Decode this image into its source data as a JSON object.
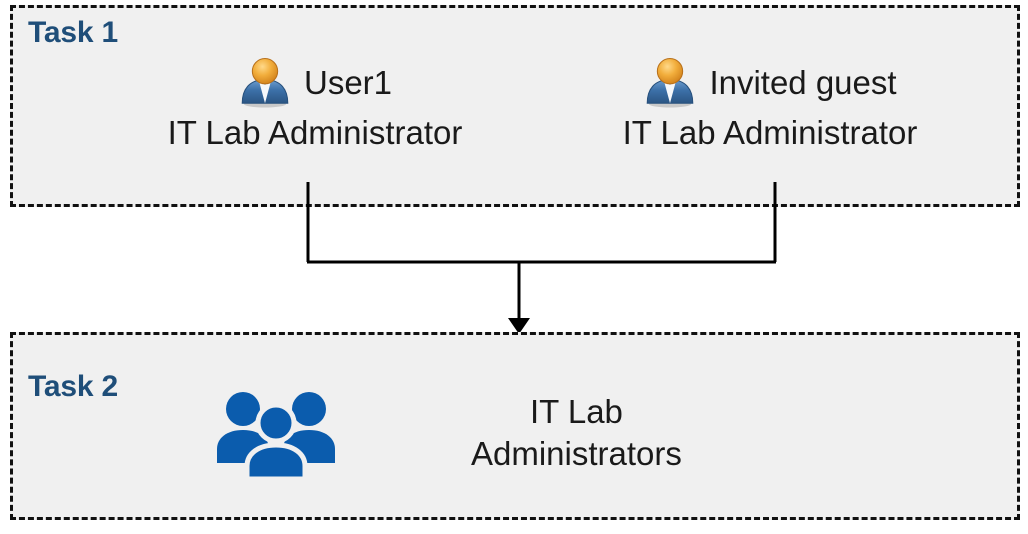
{
  "diagram": {
    "background_color": "#FFFFFF",
    "box_fill_color": "#F0F0F0",
    "box_border_color": "#111111",
    "accent_color": "#1F4E79",
    "group_icon_color": "#0B5CAD",
    "connector_color": "#000000"
  },
  "tasks": [
    {
      "label": "Task 1",
      "members": [
        {
          "icon": "single-user-icon",
          "name": "User1",
          "role": "IT Lab Administrator"
        },
        {
          "icon": "single-user-icon",
          "name": "Invited guest",
          "role": "IT Lab Administrator"
        }
      ]
    },
    {
      "label": "Task 2",
      "group": {
        "icon": "user-group-icon",
        "name_line_1": "IT Lab",
        "name_line_2": "Administrators"
      }
    }
  ],
  "connector": {
    "type": "merge-arrow",
    "from": [
      "User1",
      "Invited guest"
    ],
    "to": "IT Lab Administrators",
    "arrow_head": "down"
  }
}
